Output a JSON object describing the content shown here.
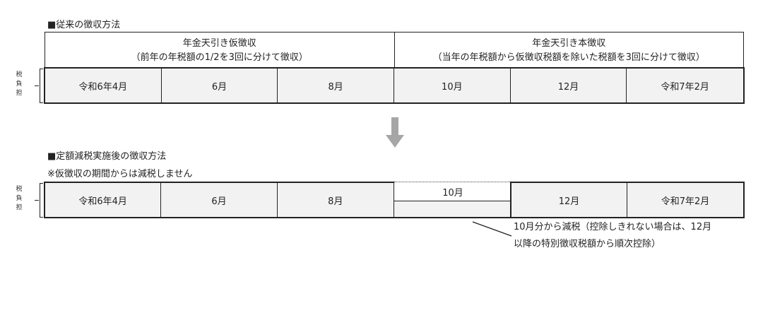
{
  "section1": {
    "title": "■従来の徴収方法",
    "head_left_title": "年金天引き仮徴収",
    "head_left_sub": "（前年の年税額の1/2を3回に分けて徴収）",
    "head_right_title": "年金天引き本徴収",
    "head_right_sub": "（当年の年税額から仮徴収税額を除いた税額を3回に分けて徴収）",
    "cells": [
      "令和6年4月",
      "6月",
      "8月",
      "10月",
      "12月",
      "令和7年2月"
    ]
  },
  "section2": {
    "title": "■定額減税実施後の徴収方法",
    "subtitle": "※仮徴収の期間からは減税しません",
    "cells": [
      "令和6年4月",
      "6月",
      "8月",
      "10月",
      "12月",
      "令和7年2月"
    ],
    "note_line1": "10月分から減税（控除しきれない場合は、12月",
    "note_line2": "以降の特別徴収税額から順次控除）"
  },
  "side_label": [
    "税",
    "負",
    "担"
  ],
  "colors": {
    "cell_bg": "#f2f2f2",
    "border": "#222222",
    "arrow": "#a6a6a6"
  }
}
